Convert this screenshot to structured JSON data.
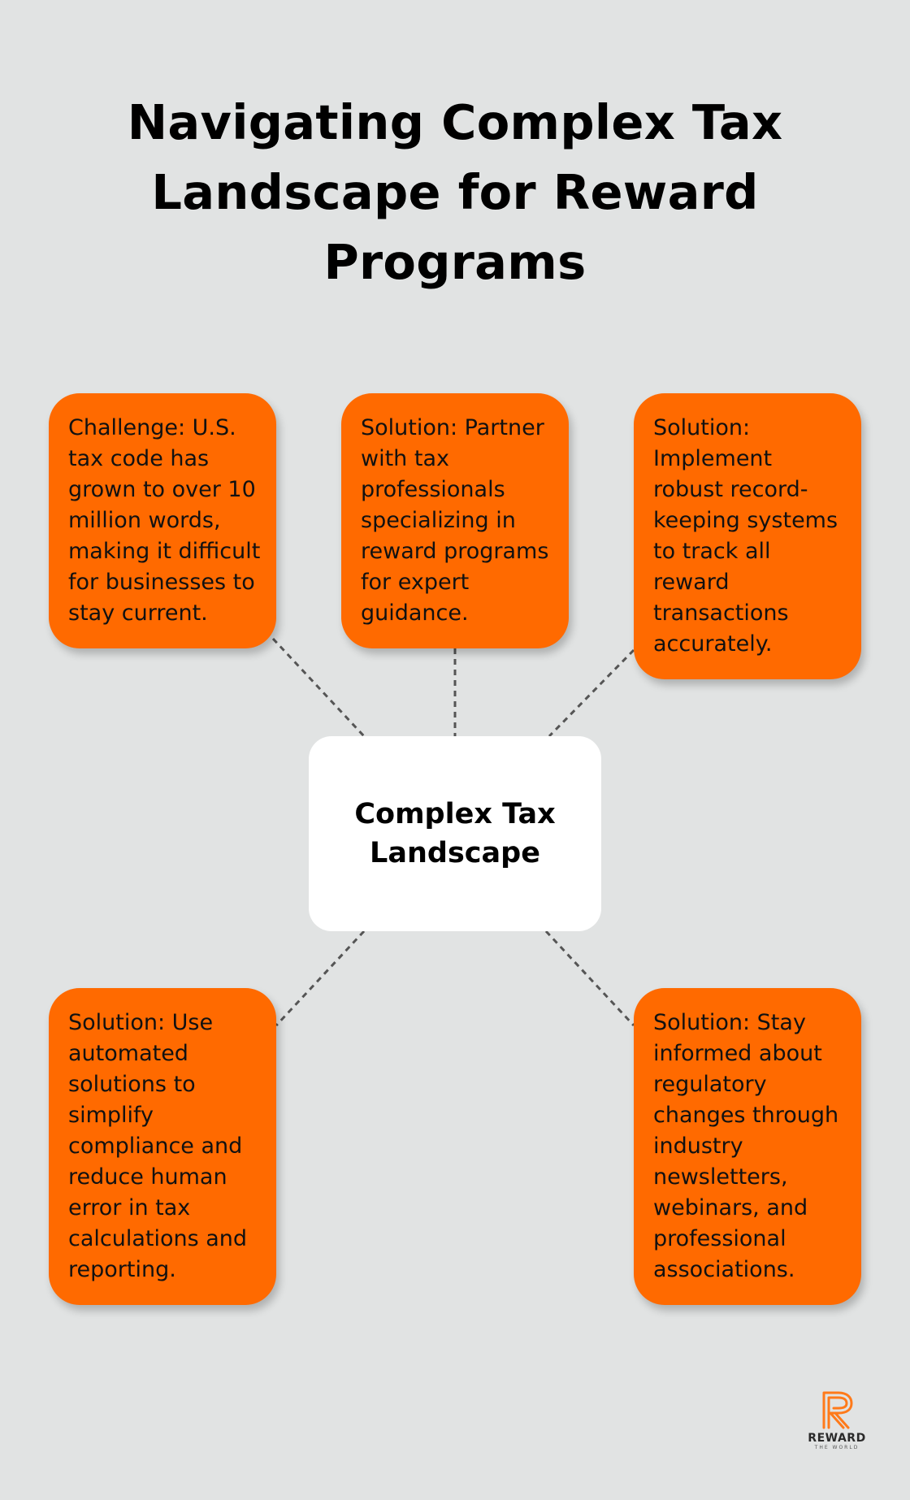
{
  "title": "Navigating Complex Tax Landscape for Reward Programs",
  "center": "Complex Tax Landscape",
  "cards": [
    "Challenge: U.S. tax code has grown to over 10 million words, making it difficult for businesses to stay current.",
    "Solution: Partner with tax professionals specializing in reward programs for expert guidance.",
    "Solution: Implement robust record-keeping systems to track all reward transactions accurately.",
    "Solution: Use automated solutions to simplify compliance and reduce human error in tax calculations and reporting.",
    "Solution: Stay informed about regulatory changes through industry newsletters, webinars, and professional associations."
  ],
  "colors": {
    "background": "#e1e3e3",
    "card": "#ff6a00",
    "center": "#ffffff",
    "connector": "#555555"
  },
  "logo": {
    "name": "REWARD",
    "tagline": "THE WORLD",
    "icon": "reward-r-logo-icon"
  }
}
